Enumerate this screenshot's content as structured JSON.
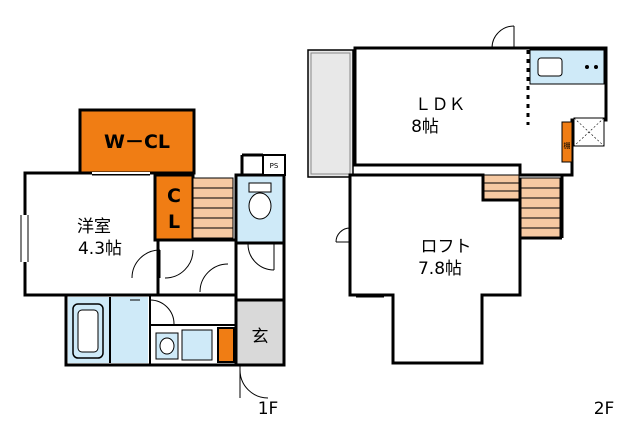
{
  "floor1": {
    "walk_in_closet_label": "W－CL",
    "closet_label_line1": "C",
    "closet_label_line2": "L",
    "western_room_name": "洋室",
    "western_room_size": "4.3帖",
    "entrance_label": "玄",
    "pipe_space_label": "PS",
    "floor_label": "1F"
  },
  "floor2": {
    "ldk_name": "ＬＤＫ",
    "ldk_size": "8帖",
    "loft_name": "ロフト",
    "loft_size": "7.8帖",
    "shelf_label": "棚",
    "floor_label": "2F"
  },
  "colors": {
    "wall": "#000000",
    "closet": "#f07d14",
    "wet_area": "#cfeaf8",
    "stairs": "#f6c9a2",
    "balcony": "#e8e8e8",
    "entrance_floor": "#d9d9d9"
  }
}
